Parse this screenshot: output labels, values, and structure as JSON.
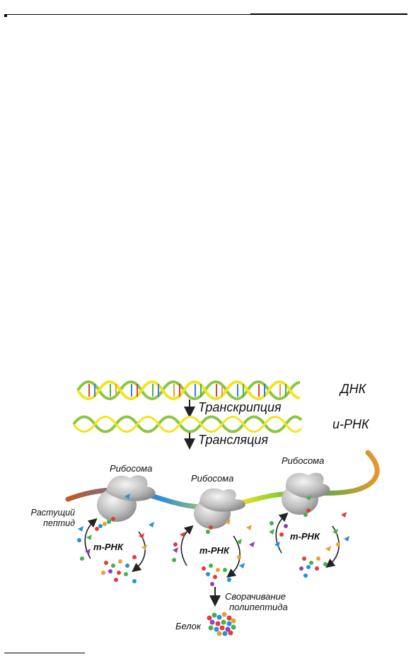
{
  "labels": {
    "dna": "ДНК",
    "transcription": "Транскрипция",
    "mrna_top": "и-РНК",
    "translation": "Трансляция",
    "ribosome_1": "Рибосома",
    "ribosome_2": "Рибосома",
    "ribosome_3": "Рибосома",
    "growing_peptide_1": "Растущий",
    "growing_peptide_2": "пептид",
    "trna_1": "m-РНК",
    "trna_2": "m-РНК",
    "trna_3": "m-РНК",
    "folding_1": "Сворачивание",
    "folding_2": "полипептида",
    "protein": "Белок"
  },
  "colors": {
    "helix_green": "#8cc63f",
    "helix_yellow": "#f2e51d",
    "mrna_gradient": [
      "#c2562b",
      "#2a8fd6",
      "#f2e51d",
      "#3fb34f",
      "#e8962b"
    ],
    "ribosome": "#b9b9b9",
    "arrow": "#222222"
  }
}
